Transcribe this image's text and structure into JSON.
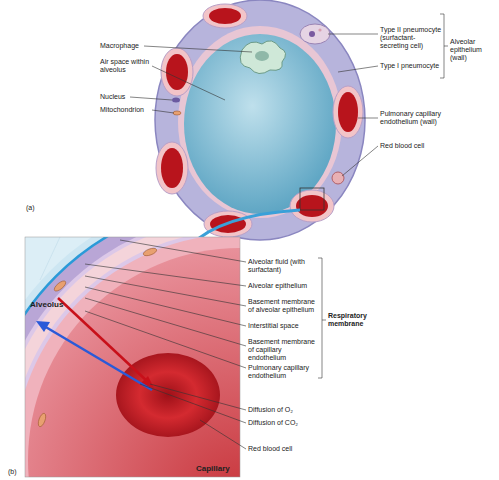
{
  "diagram": {
    "labels": [
      "Macrophage",
      "Air space within alveolus",
      "Nucleus",
      "Mitochondrion",
      "Type II pneumocyte (surfactant-secreting cell)",
      "Type I pneumocyte",
      "Alveolar epithelium (wall)",
      "Pulmonary capillary endothelium (wall)",
      "Red blood cell",
      "(a)",
      "Alveolus",
      "Alveolar fluid (with surfactant)",
      "Alveolar epithelium",
      "Basement membrane of alveolar epithelium",
      "Interstitial space",
      "Basement membrane of capillary endothelium",
      "Pulmonary capillary endothelium",
      "Respiratory membrane",
      "Diffusion of O₂",
      "Diffusion of CO₂",
      "Red blood cell",
      "Capillary",
      "(b)"
    ]
  }
}
